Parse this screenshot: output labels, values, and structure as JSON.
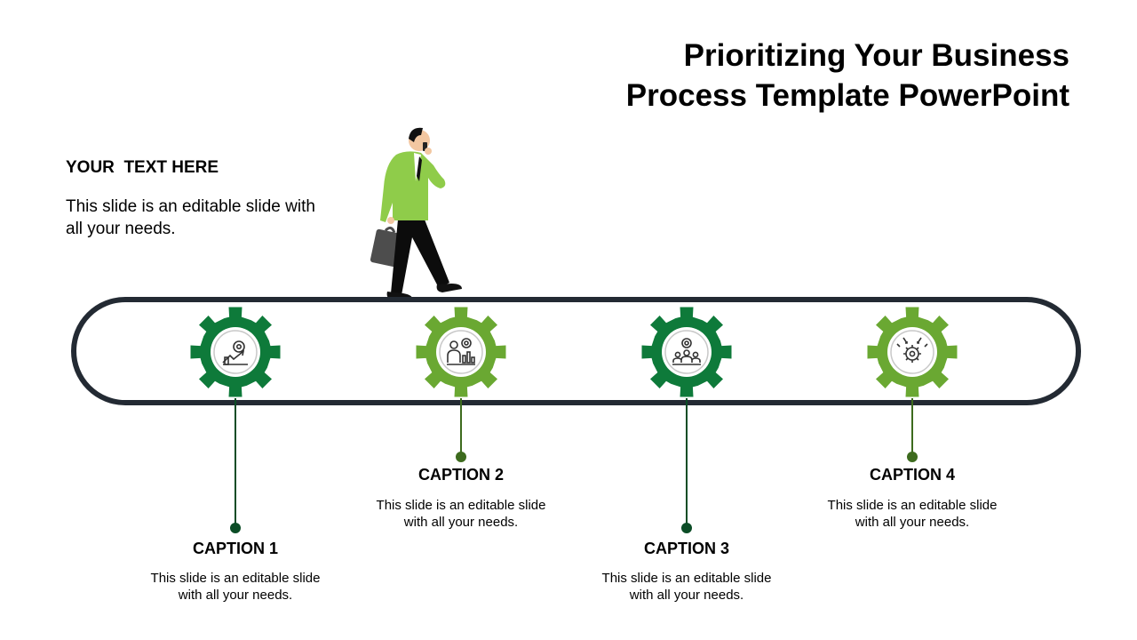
{
  "title": {
    "line1": "Prioritizing Your Business",
    "line2": "Process Template PowerPoint"
  },
  "intro": {
    "heading": "YOUR  TEXT HERE",
    "text": "This slide is an editable slide with all your needs."
  },
  "steps": [
    {
      "caption": "CAPTION 1",
      "text": "This slide is an editable slide with all your needs.",
      "color": "#0e7a3a",
      "icon": "gear-growth-icon"
    },
    {
      "caption": "CAPTION 2",
      "text": "This slide is an editable slide with all your needs.",
      "color": "#6aa832",
      "icon": "team-chart-icon"
    },
    {
      "caption": "CAPTION 3",
      "text": "This slide is an editable slide with all your needs.",
      "color": "#0e7a3a",
      "icon": "team-gear-icon"
    },
    {
      "caption": "CAPTION 4",
      "text": "This slide is an editable slide with all your needs.",
      "color": "#6aa832",
      "icon": "gear-arrows-icon"
    }
  ],
  "colors": {
    "track": "#232a33",
    "dark_green": "#0e7a3a",
    "light_green": "#6aa832",
    "connector_dark": "#0b4d26",
    "connector_light": "#3d6b1e",
    "person_jacket": "#8fcc4a"
  }
}
